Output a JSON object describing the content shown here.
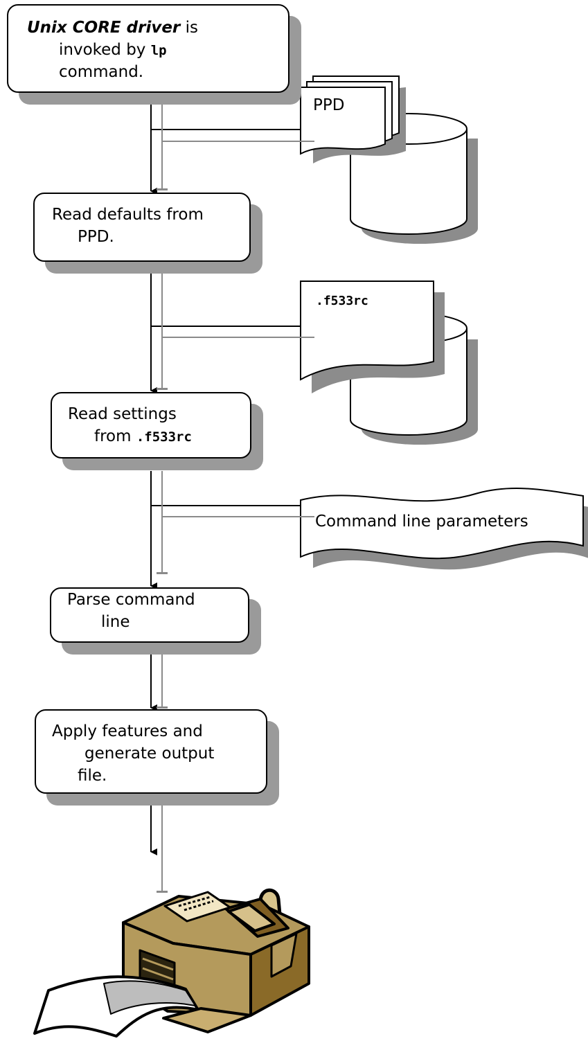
{
  "steps": {
    "invoke": {
      "bold": "Unix CORE driver",
      "l1_rest": " is",
      "l2": "invoked by ",
      "l2_code": "lp",
      "l3": "command."
    },
    "read_defaults": {
      "l1": "Read defaults from",
      "l2": "PPD."
    },
    "read_settings": {
      "l1": "Read settings",
      "l2": "from ",
      "l2_code": ".f533rc"
    },
    "parse": {
      "l1": "Parse command",
      "l2": "line"
    },
    "apply": {
      "l1": "Apply features and",
      "l2": "generate output",
      "l3": "file."
    }
  },
  "sources": {
    "ppd": "PPD",
    "rcfile": ".f533rc",
    "cmdline": "Command line parameters"
  },
  "colors": {
    "shadow": "#9a9a9a",
    "gray_line": "#8a8a8a",
    "printer_light": "#b49a5c",
    "printer_dark": "#8a6a28"
  }
}
